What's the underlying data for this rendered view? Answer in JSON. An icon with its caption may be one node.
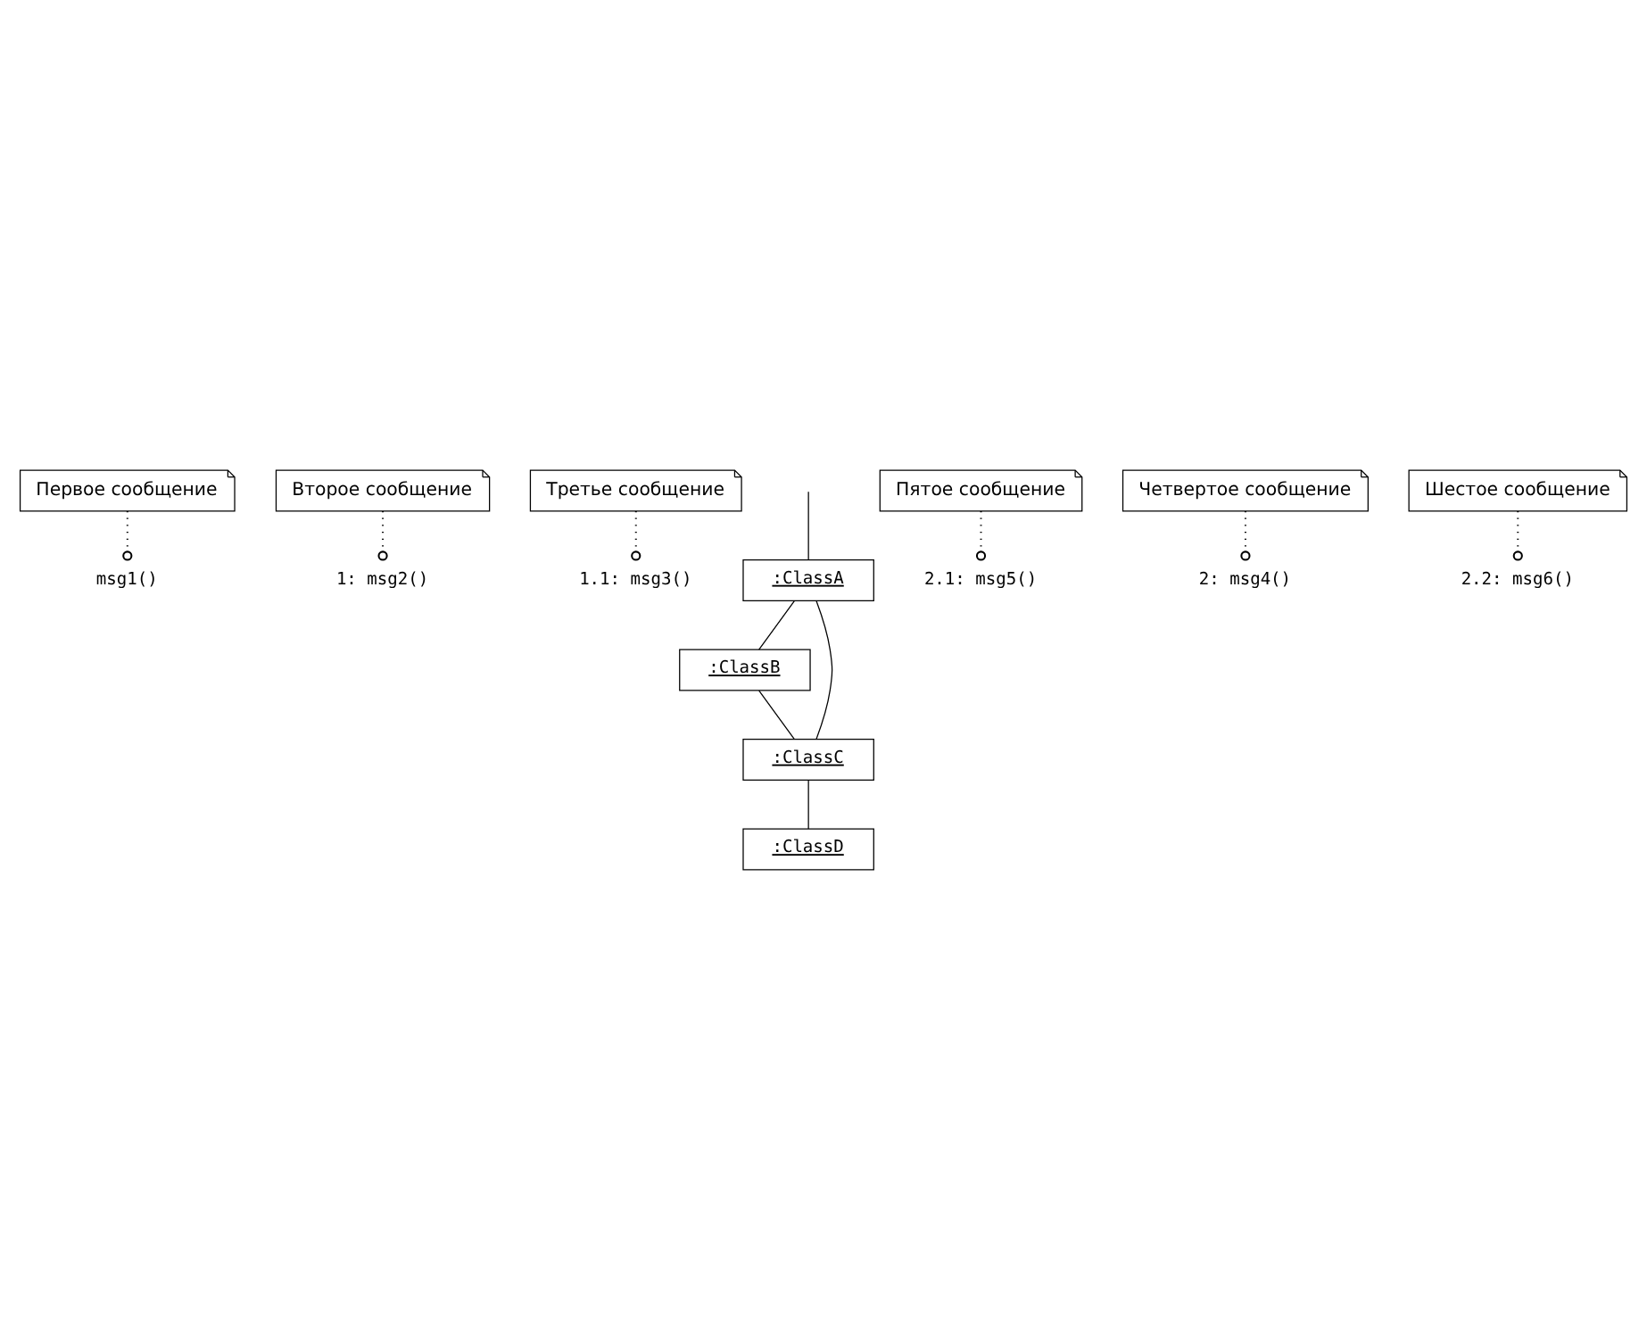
{
  "diagram": {
    "nodes": [
      {
        "text": [
          "Первое сообщение"
        ]
      },
      {
        "text": [
          "Второе сообщение"
        ]
      },
      {
        "text": [
          "Третье сообщение"
        ]
      },
      {
        "text": [
          "msg1()"
        ]
      },
      {
        "text": [
          ":ClassA"
        ]
      },
      {
        "text": [
          "1: msg2()"
        ]
      },
      {
        "text": [
          ":ClassB"
        ]
      },
      {
        "text": [
          "1.1: msg3()"
        ]
      },
      {
        "text": [
          "2.1: msg5()"
        ]
      },
      {
        "text": [
          "2: msg4()"
        ]
      },
      {
        "text": [
          ":ClassC"
        ]
      },
      {
        "text": [
          "Четвертое сообщение"
        ]
      },
      {
        "text": [
          "Пятое сообщение"
        ]
      },
      {
        "text": [
          "2.2: msg6()"
        ]
      },
      {
        "text": [
          "Шестое сообщение"
        ]
      },
      {
        "text": [
          ":ClassD"
        ]
      }
    ],
    "edges": [
      {
        "from": null,
        "to": 4,
        "arrow": "none"
      },
      {
        "from": 4,
        "to": 6,
        "arrow": "none"
      },
      {
        "from": 6,
        "to": 10,
        "arrow": "none"
      },
      {
        "from": 4,
        "to": 10,
        "arrow": "none"
      },
      {
        "from": 10,
        "to": 15,
        "arrow": "none"
      },
      {
        "from": 0,
        "to": 3,
        "arrow": "other",
        "style": "dashed"
      },
      {
        "from": 1,
        "to": 5,
        "arrow": "other",
        "style": "dashed"
      },
      {
        "from": 2,
        "to": 7,
        "arrow": "other",
        "style": "dashed"
      },
      {
        "from": 11,
        "to": 9,
        "arrow": "other",
        "style": "dashed"
      },
      {
        "from": 12,
        "to": 8,
        "arrow": "other",
        "style": "dashed"
      },
      {
        "from": 14,
        "to": 13,
        "arrow": "other",
        "style": "dashed"
      }
    ]
  }
}
